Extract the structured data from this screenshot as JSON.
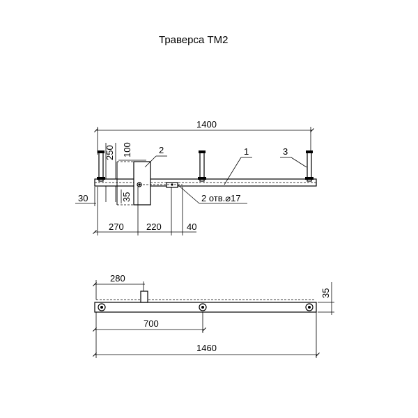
{
  "title": "Траверса ТМ2",
  "top_view": {
    "dim_overall": "1400",
    "dim_250": "250",
    "dim_100": "100",
    "dim_35": "35",
    "dim_30": "30",
    "dim_270": "270",
    "dim_220": "220",
    "dim_40": "40",
    "callout_1": "1",
    "callout_2": "2",
    "callout_3": "3",
    "holes_note": "2 отв.⌀17"
  },
  "bottom_view": {
    "dim_280": "280",
    "dim_35": "35",
    "dim_700": "700",
    "dim_1460": "1460"
  }
}
